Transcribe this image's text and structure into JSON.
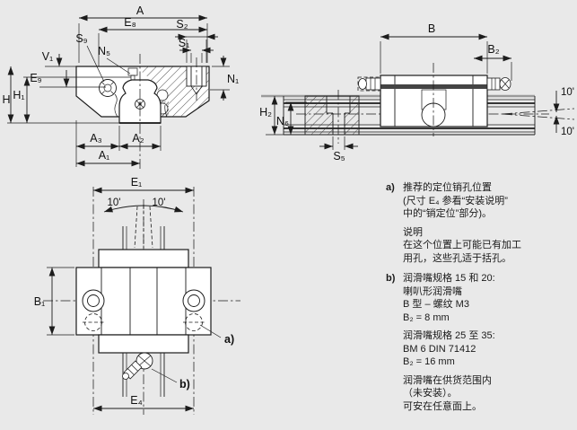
{
  "colors": {
    "background": "#e9e9e9",
    "line": "#1c1c1c",
    "rail_gray": "#9a9a9a",
    "fill_white": "#ffffff"
  },
  "front_view": {
    "labels": {
      "A": "A",
      "E8": "E₈",
      "S2": "S₂",
      "S1": "S₁",
      "S9": "S₉",
      "N5": "N₅",
      "N1": "N₁",
      "V1": "V₁",
      "E9": "E₉",
      "H": "H",
      "H1": "H₁",
      "A3": "A₃",
      "A2": "A₂",
      "A1": "A₁"
    }
  },
  "side_view": {
    "labels": {
      "B": "B",
      "B2": "B₂",
      "H2": "H₂",
      "N6": "N₆",
      "S5": "S₅",
      "angle_top": "10'",
      "angle_bottom": "10'"
    }
  },
  "plan_view": {
    "labels": {
      "E1": "E₁",
      "angle_left": "10'",
      "angle_right": "10'",
      "B1": "B₁",
      "E4": "E₄",
      "ref_a": "a)",
      "ref_b": "b)"
    }
  },
  "notes": {
    "a": {
      "marker": "a)",
      "line1": "推荐的定位销孔位置",
      "line2": "(尺寸 E₄ 参看“安装说明”",
      "line3": "中的“销定位”部分)。",
      "line4": "说明",
      "line5": "在这个位置上可能已有加工",
      "line6": "用孔，这些孔适于括孔。"
    },
    "b": {
      "marker": "b)",
      "line1": "润滑嘴规格 15 和 20:",
      "line2": "喇叭形润滑嘴",
      "line3": "B 型 – 螺纹 M3",
      "line4": "B₂ = 8 mm",
      "line5": "润滑嘴规格 25 至 35:",
      "line6": "BM 6 DIN 71412",
      "line7": "B₂ = 16 mm",
      "line8": "润滑嘴在供货范围内",
      "line9": "（未安装）。",
      "line10": "可安在任意面上。"
    }
  }
}
